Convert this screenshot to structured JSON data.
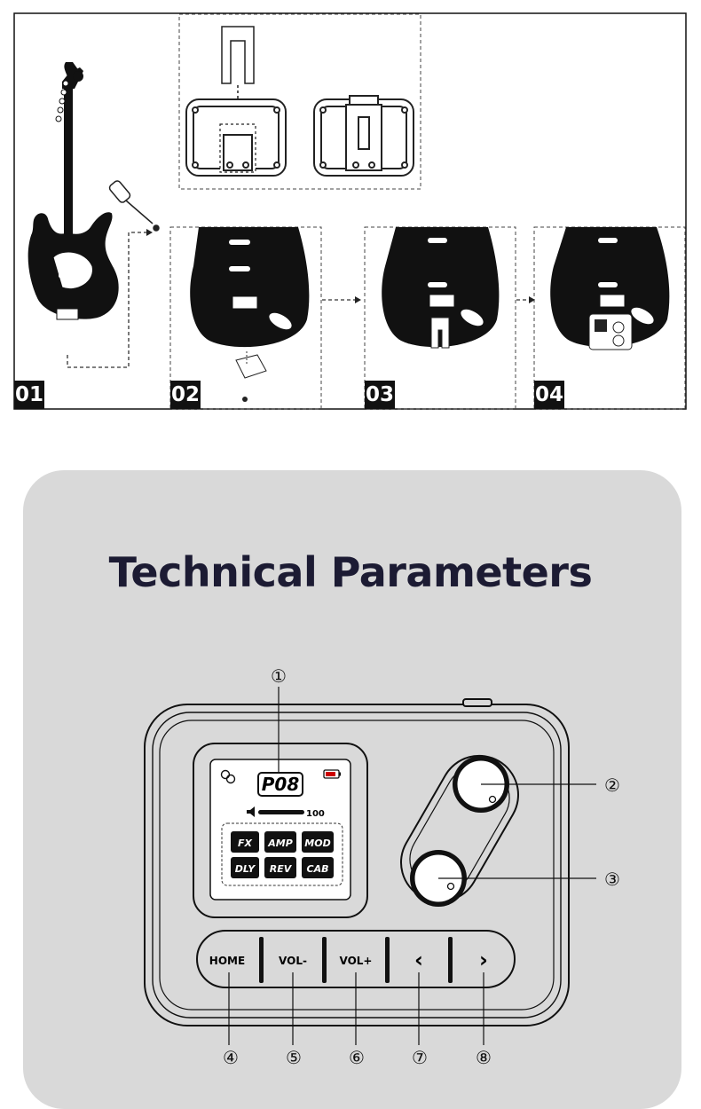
{
  "steps": [
    "01",
    "02",
    "03",
    "04"
  ],
  "title": "Technical Parameters",
  "screen": {
    "preset": "P08",
    "volume": "100",
    "fx_buttons": [
      "FX",
      "AMP",
      "MOD",
      "DLY",
      "REV",
      "CAB"
    ]
  },
  "controls": {
    "home": "HOME",
    "vol_down": "VOL-",
    "vol_up": "VOL+",
    "prev": "‹",
    "next": "›"
  },
  "callouts": [
    "①",
    "②",
    "③",
    "④",
    "⑤",
    "⑥",
    "⑦",
    "⑧"
  ],
  "colors": {
    "title": "#1c1b33",
    "panel": "#d9d9d9",
    "ink": "#111111"
  }
}
